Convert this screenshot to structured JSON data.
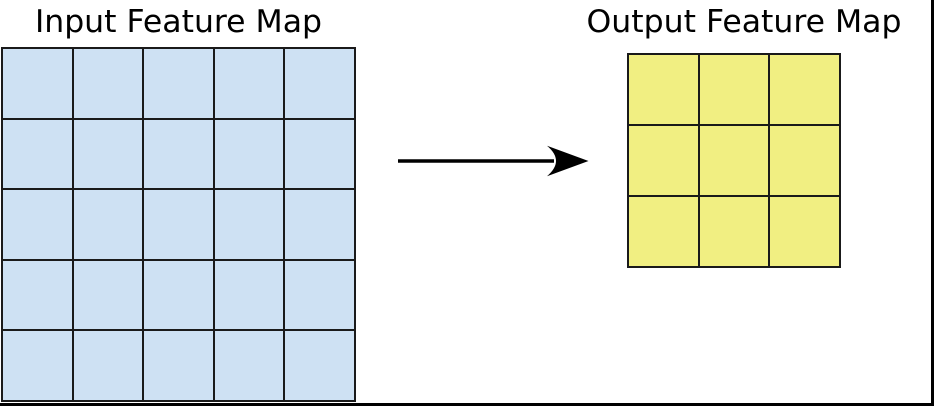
{
  "figure": {
    "background": "#ffffff",
    "frame_color": "#000000"
  },
  "input_map": {
    "title": "Input Feature Map",
    "rows": 5,
    "cols": 5,
    "cell_fill": "#cee1f3",
    "line_color": "#1a1a1a"
  },
  "output_map": {
    "title": "Output Feature Map",
    "rows": 3,
    "cols": 3,
    "cell_fill": "#f1ef82",
    "line_color": "#1a1a1a"
  },
  "arrow": {
    "color": "#000000",
    "direction": "right"
  }
}
